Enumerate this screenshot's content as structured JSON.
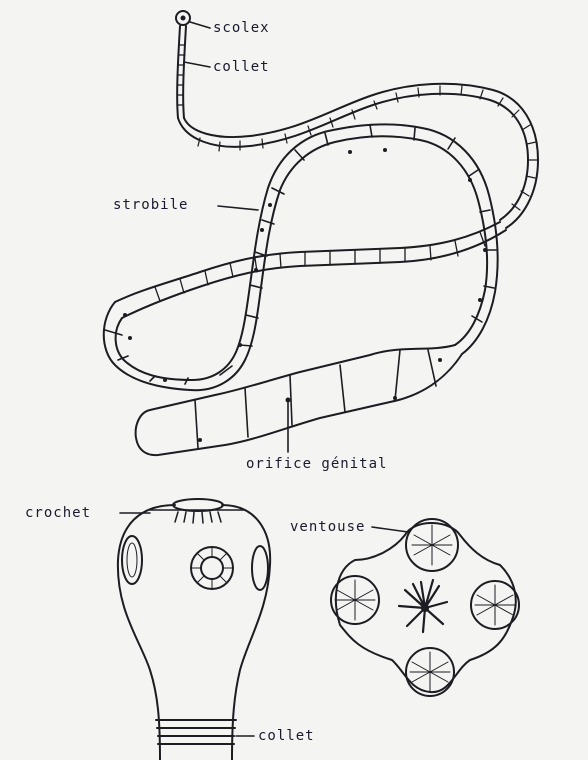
{
  "labels": {
    "scolex": "scolex",
    "collet_top": "collet",
    "strobile": "strobile",
    "orifice": "orifice génital",
    "crochet": "crochet",
    "ventouse": "ventouse",
    "collet_bottom": "collet"
  },
  "colors": {
    "ink": "#1c1c22",
    "paper": "#f4f4f2"
  }
}
